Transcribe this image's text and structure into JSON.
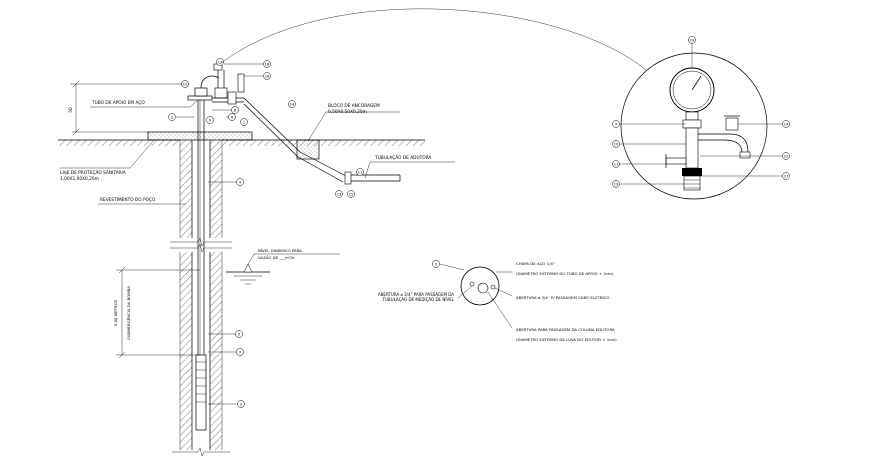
{
  "labels": {
    "tubo_apoio": "TUBO DE APOIO EM AÇO",
    "laje": "LAJE DE PROTEÇÃO SANITÁRIA",
    "laje_dim": "1,00X1,00X0,20m",
    "bloco": "BLOCO DE ANCORAGEM",
    "bloco_dim": "0,50X0,50X0,20m",
    "tubulacao": "TUBULAÇÃO DE ADUTORA",
    "revestimento": "REVESTIMENTO DO POÇO",
    "nivel_line1": "NÍVEL DINÂMICO PARA",
    "nivel_line2": "VAZÃO DE ___m³/h",
    "submergencia": "SUBMERGÊNCIA DA BOMBA",
    "metros": "5,00 METROS",
    "dim_top": "50",
    "chapa": "CHAPA DE AÇO 1/4\"",
    "chapa_note": "(DIAMETRO EXTERNO DO TUBO DE APOIO + 2cm)",
    "abertura_cabo": "ABERTURA ⌀ 3/4\" P/ PASSAGEM CABO ELETRICO",
    "abertura_medicao": "ABERTURA ⌀ 3/4\" PARA PASSAGEM DA TUBULAÇÃO DE MEDIÇÃO DE NÍVEL",
    "abertura_coluna": "ABERTURA PARA PASSAGEM DA COLUNA EDUTORA",
    "abertura_coluna_note": "(DIAMETRO EXTERNO DA LUVA DO EDUTOR + 1cm)"
  },
  "markers": {
    "top": [
      "17",
      "16",
      "12",
      "18"
    ],
    "well": [
      "3",
      "4",
      "5",
      "7",
      "8",
      "2",
      "9",
      "1",
      "6"
    ],
    "pipe": [
      "14",
      "13",
      "15",
      "11"
    ],
    "gauge": [
      "19",
      "9",
      "10",
      "11",
      "13",
      "14",
      "12",
      "17"
    ],
    "plate": "3"
  },
  "colors": {
    "line": "#000000",
    "background": "#ffffff"
  }
}
